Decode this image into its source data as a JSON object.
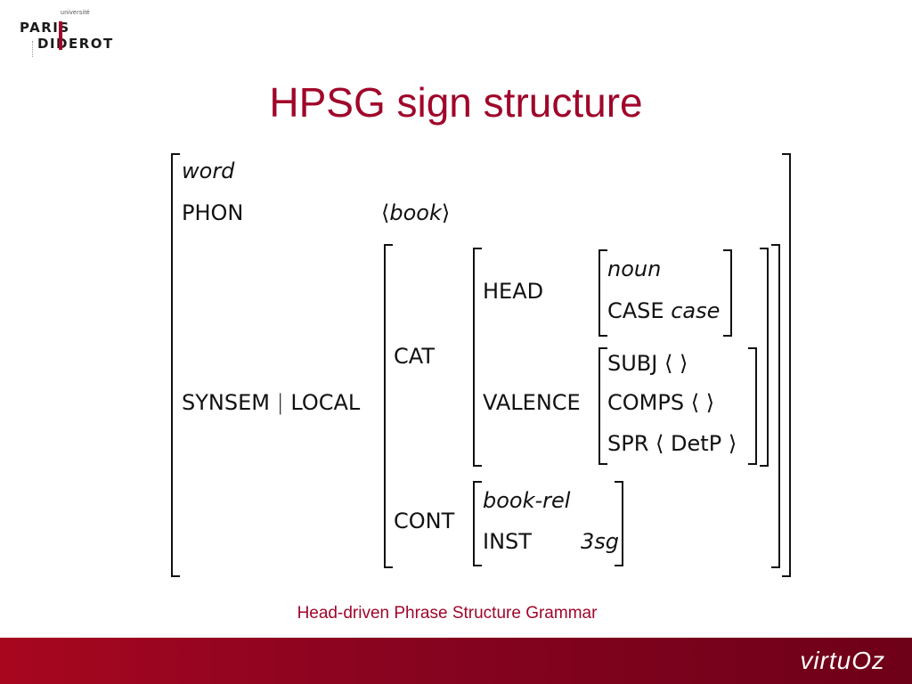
{
  "logo": {
    "university": "université",
    "line1": "PARIS",
    "line2": "DIDEROT"
  },
  "title": "HPSG sign structure",
  "subtitle": "Head-driven Phrase Structure Grammar",
  "avm": {
    "type": "word",
    "phon_label": "PHON",
    "phon_value": "book",
    "synsem_label": "SYNSEM",
    "local_label": "LOCAL",
    "cat_label": "CAT",
    "head_label": "HEAD",
    "head_type": "noun",
    "case_label": "CASE",
    "case_value": "case",
    "valence_label": "VALENCE",
    "subj_label": "SUBJ",
    "comps_label": "COMPS",
    "spr_label": "SPR",
    "spr_value": "DetP",
    "cont_label": "CONT",
    "cont_type": "book-rel",
    "inst_label": "INST",
    "inst_value": "3sg"
  },
  "footer": {
    "brand": "virtuOz"
  },
  "colors": {
    "accent": "#a0062a",
    "text": "#111111"
  }
}
